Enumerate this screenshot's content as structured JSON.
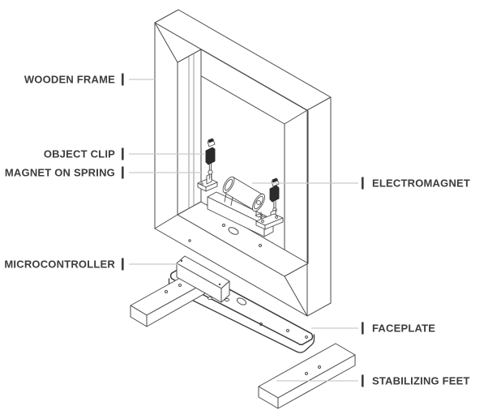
{
  "palette": {
    "line": "#4a4a4a",
    "line-light": "#7a7a7a",
    "leader": "#c9c9c9",
    "label": "#3c3c3c",
    "dark": "#2b2b2b",
    "heavy": "#3a3a3a",
    "bg": "#ffffff"
  },
  "labels": [
    {
      "id": "wooden-frame",
      "text": "WOODEN FRAME",
      "side": "left"
    },
    {
      "id": "object-clip",
      "text": "OBJECT CLIP",
      "side": "left"
    },
    {
      "id": "magnet-on-spring",
      "text": "MAGNET ON SPRING",
      "side": "left"
    },
    {
      "id": "electromagnet",
      "text": "ELECTROMAGNET",
      "side": "right"
    },
    {
      "id": "microcontroller",
      "text": "MICROCONTROLLER",
      "side": "left"
    },
    {
      "id": "faceplate",
      "text": "FACEPLATE",
      "side": "right"
    },
    {
      "id": "stabilizing-feet",
      "text": "STABILIZING FEET",
      "side": "right"
    }
  ],
  "diagram": {
    "parts": [
      "WOODEN FRAME",
      "OBJECT CLIP",
      "MAGNET ON SPRING",
      "ELECTROMAGNET",
      "MICROCONTROLLER",
      "FACEPLATE",
      "STABILIZING FEET"
    ]
  }
}
